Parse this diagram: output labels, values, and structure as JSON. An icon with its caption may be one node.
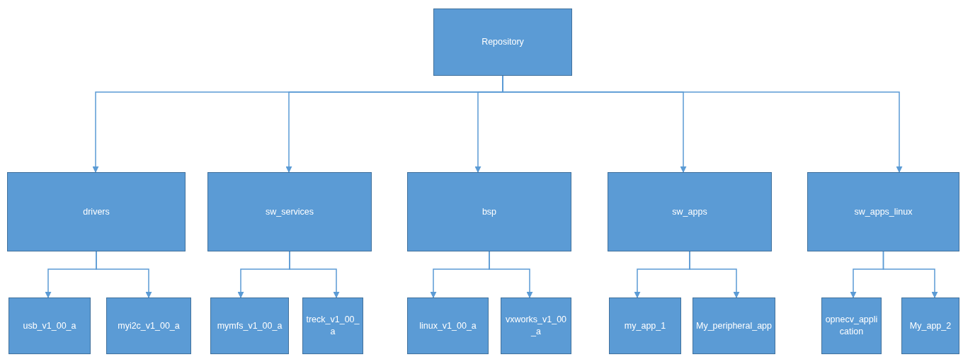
{
  "diagram": {
    "nodes": [
      {
        "text": [
          "Repository"
        ]
      },
      {
        "text": [
          "drivers"
        ]
      },
      {
        "text": [
          "sw_services"
        ]
      },
      {
        "text": [
          "bsp"
        ]
      },
      {
        "text": [
          "sw_apps"
        ]
      },
      {
        "text": [
          "sw_apps_linux"
        ]
      },
      {
        "text": [
          "usb_v1_00_a"
        ]
      },
      {
        "text": [
          "myi2c_v1_00_a"
        ]
      },
      {
        "text": [
          "mymfs_v1_00_a"
        ]
      },
      {
        "text": [
          "treck_v1_00_a"
        ]
      },
      {
        "text": [
          "linux_v1_00_a"
        ]
      },
      {
        "text": [
          "vxworks_v1_00_a"
        ]
      },
      {
        "text": [
          "my_app_1"
        ]
      },
      {
        "text": [
          "My_peripheral_app"
        ]
      },
      {
        "text": [
          "opnecv_application"
        ]
      },
      {
        "text": [
          "My_app_2"
        ]
      }
    ],
    "edges": [
      {
        "from": 0,
        "to": 1,
        "arrow": "to"
      },
      {
        "from": 0,
        "to": 2,
        "arrow": "to"
      },
      {
        "from": 0,
        "to": 3,
        "arrow": "to"
      },
      {
        "from": 0,
        "to": 4,
        "arrow": "to"
      },
      {
        "from": 0,
        "to": 5,
        "arrow": "to"
      },
      {
        "from": 1,
        "to": 6,
        "arrow": "to"
      },
      {
        "from": 1,
        "to": 7,
        "arrow": "to"
      },
      {
        "from": 2,
        "to": 8,
        "arrow": "to"
      },
      {
        "from": 2,
        "to": 9,
        "arrow": "to"
      },
      {
        "from": 3,
        "to": 10,
        "arrow": "to"
      },
      {
        "from": 3,
        "to": 11,
        "arrow": "to"
      },
      {
        "from": 4,
        "to": 12,
        "arrow": "to"
      },
      {
        "from": 4,
        "to": 13,
        "arrow": "to"
      },
      {
        "from": 5,
        "to": 14,
        "arrow": "to"
      },
      {
        "from": 5,
        "to": 15,
        "arrow": "to"
      }
    ]
  }
}
